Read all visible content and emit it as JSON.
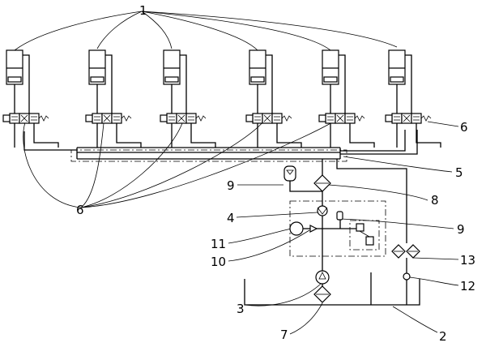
{
  "diagram": {
    "labels": [
      {
        "id": "1",
        "text": "1"
      },
      {
        "id": "2",
        "text": "2"
      },
      {
        "id": "3",
        "text": "3"
      },
      {
        "id": "4",
        "text": "4"
      },
      {
        "id": "5",
        "text": "5"
      },
      {
        "id": "6a",
        "text": "6"
      },
      {
        "id": "6b",
        "text": "6"
      },
      {
        "id": "7",
        "text": "7"
      },
      {
        "id": "8",
        "text": "8"
      },
      {
        "id": "9a",
        "text": "9"
      },
      {
        "id": "9b",
        "text": "9"
      },
      {
        "id": "10",
        "text": "10"
      },
      {
        "id": "11",
        "text": "11"
      },
      {
        "id": "12",
        "text": "12"
      },
      {
        "id": "13",
        "text": "13"
      }
    ],
    "cylinder_count": 6,
    "valve_count": 6,
    "line_color": "#000000",
    "background": "#ffffff"
  }
}
